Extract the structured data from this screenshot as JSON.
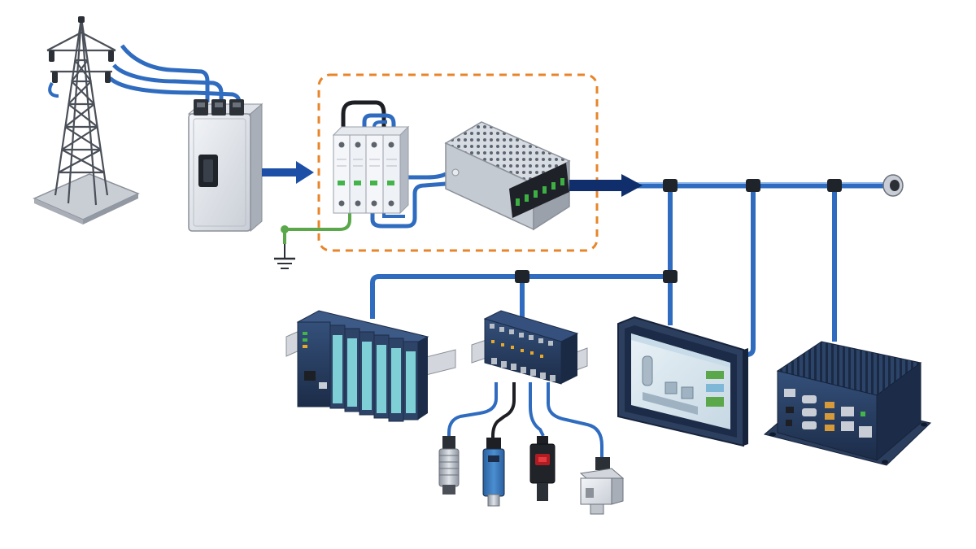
{
  "diagram": {
    "components": [
      {
        "id": "transmission-tower",
        "icon": "transmission-tower-icon"
      },
      {
        "id": "main-disconnect-switch",
        "icon": "disconnect-switch-icon"
      },
      {
        "id": "surge-protection-device",
        "icon": "surge-protector-icon"
      },
      {
        "id": "dc-power-supply",
        "icon": "power-supply-icon"
      },
      {
        "id": "ground-connection",
        "icon": "ground-icon"
      },
      {
        "id": "plc-rack",
        "icon": "plc-icon"
      },
      {
        "id": "remote-io-block",
        "icon": "io-block-icon"
      },
      {
        "id": "hmi-touch-panel",
        "icon": "hmi-panel-icon"
      },
      {
        "id": "industrial-pc",
        "icon": "industrial-pc-icon"
      },
      {
        "id": "inductive-proximity-sensor",
        "icon": "proximity-sensor-icon"
      },
      {
        "id": "pressure-transmitter",
        "icon": "pressure-transmitter-icon"
      },
      {
        "id": "photoelectric-sensor",
        "icon": "photoelectric-sensor-icon"
      },
      {
        "id": "flow-sensor",
        "icon": "flow-sensor-icon"
      }
    ],
    "colors": {
      "cable_blue": "#2f6cc0",
      "cable_dark": "#0f2e6b",
      "arrow_blue": "#1d4fa6",
      "ground_green": "#5aa84a",
      "dashed_orange": "#e8852a",
      "device_navy": "#273a5c",
      "metal_light": "#e4e8ee",
      "module_teal": "#7fd0d6"
    }
  }
}
